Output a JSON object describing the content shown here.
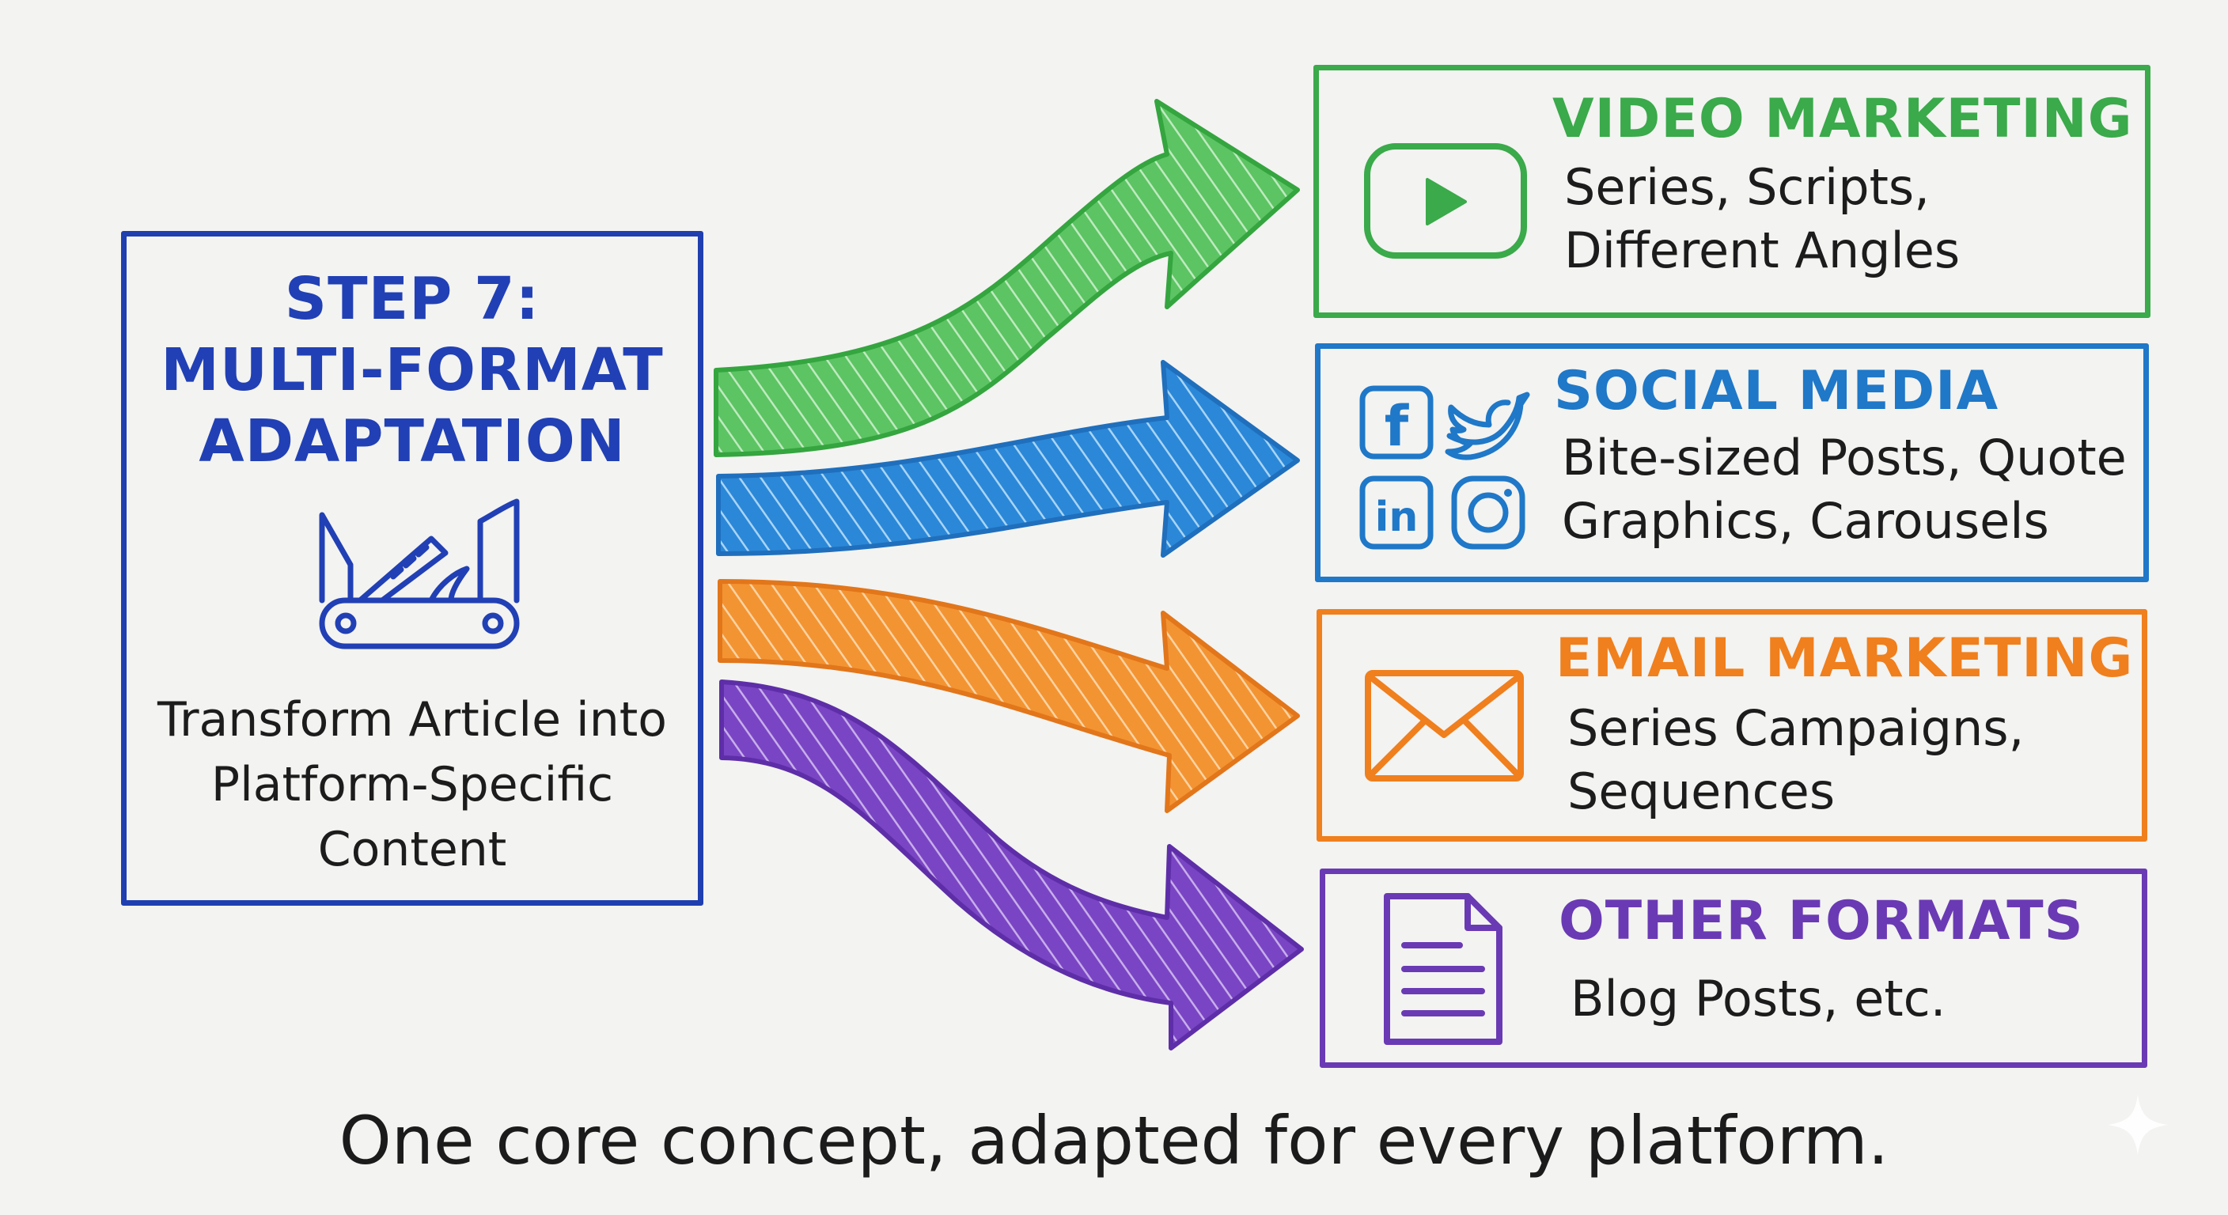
{
  "step": {
    "title_lines": [
      "STEP 7:",
      "MULTI-FORMAT",
      "ADAPTATION"
    ],
    "description_lines": [
      "Transform Article into",
      "Platform-Specific",
      "Content"
    ],
    "icon": "multi-tool-knife-icon",
    "color": "#1f3fb0"
  },
  "formats": [
    {
      "title": "VIDEO MARKETING",
      "description_lines": [
        "Series, Scripts,",
        "Different Angles"
      ],
      "icon": "play-button-icon",
      "color": "#3aaa4a"
    },
    {
      "title": "SOCIAL MEDIA",
      "description_lines": [
        "Bite-sized Posts, Quote",
        "Graphics, Carousels"
      ],
      "icons": [
        "facebook-icon",
        "twitter-icon",
        "linkedin-icon",
        "instagram-icon"
      ],
      "icon_labels": {
        "facebook": "f",
        "linkedin": "in"
      },
      "color": "#1f78c8"
    },
    {
      "title": "EMAIL MARKETING",
      "description_lines": [
        "Series Campaigns,",
        "Sequences"
      ],
      "icon": "envelope-icon",
      "color": "#f07f1d"
    },
    {
      "title": "OTHER FORMATS",
      "description_lines": [
        "Blog Posts, etc."
      ],
      "icon": "document-icon",
      "color": "#6a3ab4"
    }
  ],
  "footer": "One core concept, adapted for every platform.",
  "watermark_icon": "sparkle-icon"
}
